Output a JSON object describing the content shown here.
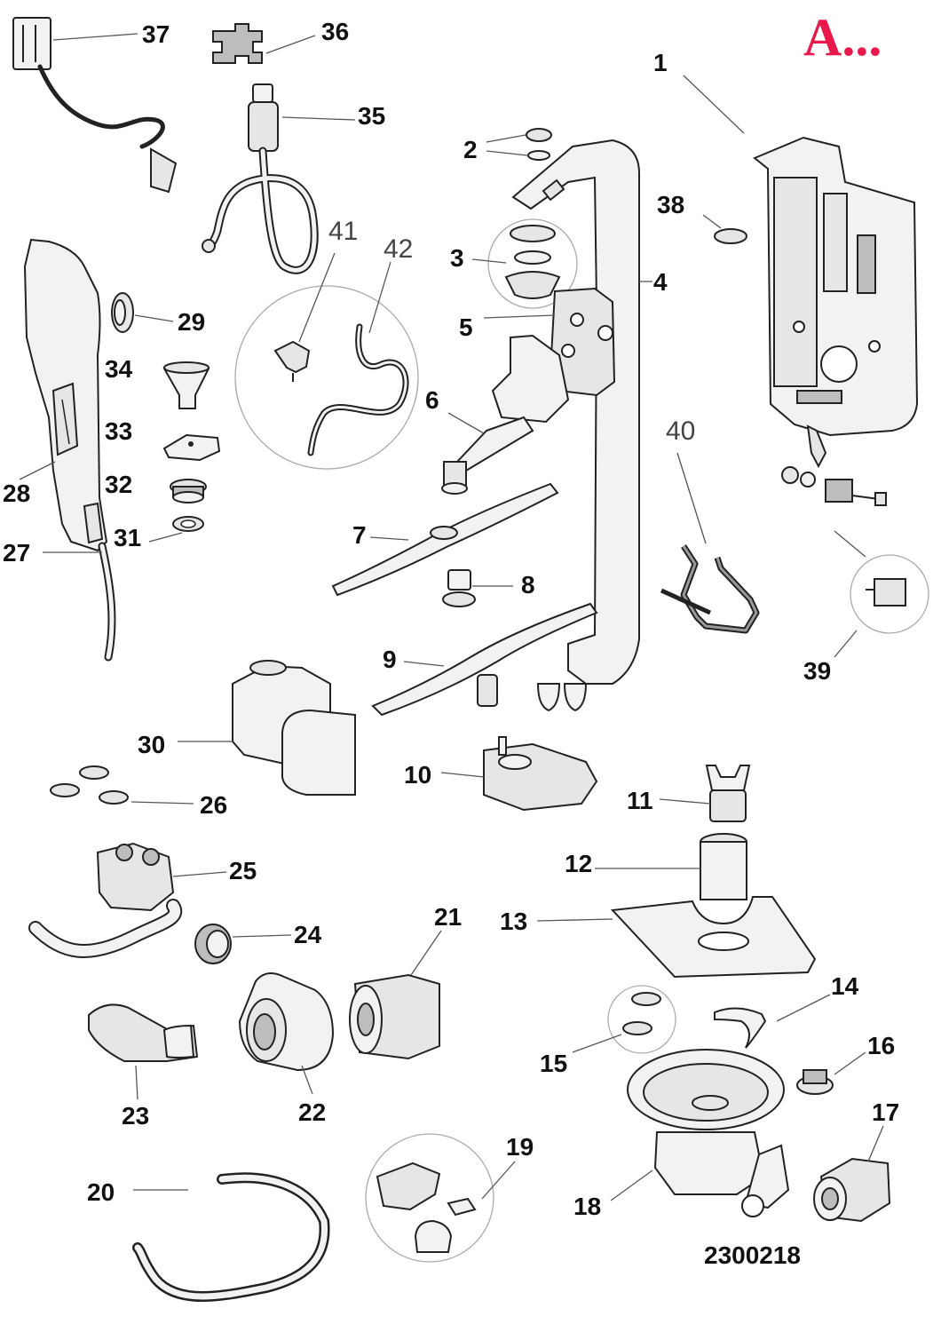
{
  "diagram": {
    "badge": {
      "text": "A...",
      "color": "#e8194a"
    },
    "drawing_code": "2300218",
    "callouts": {
      "c1": "1",
      "c2": "2",
      "c3": "3",
      "c4": "4",
      "c5": "5",
      "c6": "6",
      "c7": "7",
      "c8": "8",
      "c9": "9",
      "c10": "10",
      "c11": "11",
      "c12": "12",
      "c13": "13",
      "c14": "14",
      "c15": "15",
      "c16": "16",
      "c17": "17",
      "c18": "18",
      "c19": "19",
      "c20": "20",
      "c21": "21",
      "c22": "22",
      "c23": "23",
      "c24": "24",
      "c25": "25",
      "c26": "26",
      "c27": "27",
      "c28": "28",
      "c29": "29",
      "c30": "30",
      "c31": "31",
      "c32": "32",
      "c33": "33",
      "c34": "34",
      "c35": "35",
      "c36": "36",
      "c37": "37",
      "c38": "38",
      "c39": "39",
      "c40": "40",
      "c41": "41",
      "c42": "42"
    }
  }
}
